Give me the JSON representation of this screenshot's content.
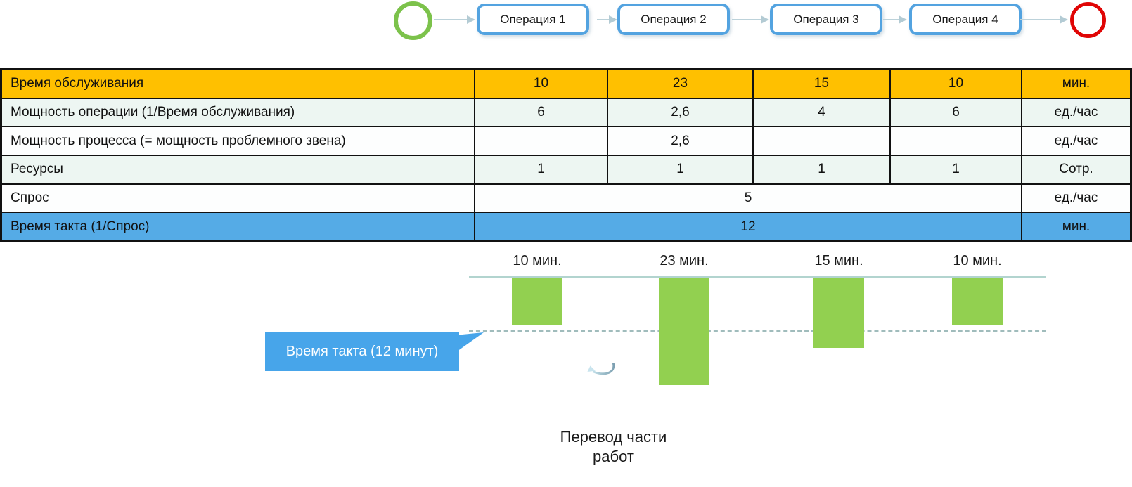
{
  "flow": {
    "operations": [
      "Операция 1",
      "Операция 2",
      "Операция 3",
      "Операция 4"
    ],
    "start_circle_color": "#7CC24B",
    "end_circle_color": "#E00505",
    "box_border_color": "#53A3E0"
  },
  "table": {
    "rows": [
      {
        "label": "Время обслуживания",
        "values": [
          "10",
          "23",
          "15",
          "10"
        ],
        "unit": "мин.",
        "style": "orange"
      },
      {
        "label": "Мощность операции (1/Время обслуживания)",
        "values": [
          "6",
          "2,6",
          "4",
          "6"
        ],
        "unit": "ед./час",
        "style": "light"
      },
      {
        "label": "Мощность процесса (= мощность проблемного звена)",
        "values": [
          "",
          "2,6",
          "",
          ""
        ],
        "unit": "ед./час",
        "style": "white"
      },
      {
        "label": "Ресурсы",
        "values": [
          "1",
          "1",
          "1",
          "1"
        ],
        "unit": "Сотр.",
        "style": "light"
      },
      {
        "label": "Спрос",
        "merged": "5",
        "unit": "ед./час",
        "style": "white"
      },
      {
        "label": "Время такта (1/Спрос)",
        "merged": "12",
        "unit": "мин.",
        "style": "blue"
      }
    ],
    "orange_row_color": "#FFC000",
    "blue_row_color": "#55ABE6",
    "light_row_color": "#EDF6F2"
  },
  "chart_data": {
    "type": "bar",
    "orientation": "downward",
    "categories": [
      "Операция 1",
      "Операция 2",
      "Операция 3",
      "Операция 4"
    ],
    "values": [
      10,
      23,
      15,
      10
    ],
    "bar_labels": [
      "10 мин.",
      "23 мин.",
      "15 мин.",
      "10 мин."
    ],
    "unit": "мин.",
    "reference_line": {
      "value": 12,
      "label": "Время такта (12 минут)",
      "style": "dashed"
    },
    "bar_color": "#92D050",
    "grid": false,
    "legend": false
  },
  "callout": {
    "text": "Время такта (12 минут)",
    "color": "#47A5EA"
  },
  "annotation": {
    "text": "Перевод части работ"
  }
}
